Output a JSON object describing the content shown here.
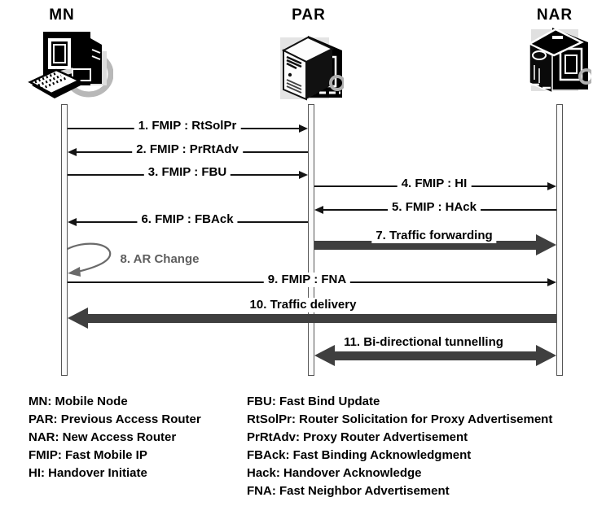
{
  "diagram": {
    "actors": [
      {
        "id": "mn",
        "label": "MN",
        "icon": "workstation-computer"
      },
      {
        "id": "par",
        "label": "PAR",
        "icon": "server-tower"
      },
      {
        "id": "nar",
        "label": "NAR",
        "icon": "server-tower"
      }
    ],
    "messages": [
      {
        "label": "1. FMIP : RtSolPr",
        "from": "MN",
        "to": "PAR",
        "style": "thin"
      },
      {
        "label": "2. FMIP : PrRtAdv",
        "from": "PAR",
        "to": "MN",
        "style": "thin"
      },
      {
        "label": "3. FMIP : FBU",
        "from": "MN",
        "to": "PAR",
        "style": "thin"
      },
      {
        "label": "4. FMIP : HI",
        "from": "PAR",
        "to": "NAR",
        "style": "thin"
      },
      {
        "label": "5. FMIP : HAck",
        "from": "NAR",
        "to": "PAR",
        "style": "thin"
      },
      {
        "label": "6. FMIP : FBAck",
        "from": "PAR",
        "to": "MN",
        "style": "thin"
      },
      {
        "label": "7. Traffic forwarding",
        "from": "PAR",
        "to": "NAR",
        "style": "thick"
      },
      {
        "label": "8. AR Change",
        "from": "MN",
        "to": "MN",
        "style": "self-loop"
      },
      {
        "label": "9. FMIP : FNA",
        "from": "MN",
        "to": "NAR",
        "style": "thin"
      },
      {
        "label": "10. Traffic delivery",
        "from": "NAR",
        "to": "MN",
        "style": "thick"
      },
      {
        "label": "11. Bi-directional tunnelling",
        "from": "PAR",
        "to": "NAR",
        "style": "thick-bidirectional"
      }
    ],
    "legend": {
      "left": [
        "MN: Mobile Node",
        "PAR: Previous Access Router",
        "NAR: New Access Router",
        "FMIP: Fast Mobile IP",
        "HI: Handover Initiate"
      ],
      "right": [
        "FBU: Fast Bind Update",
        "RtSolPr: Router Solicitation for Proxy Advertisement",
        "PrRtAdv: Proxy Router Advertisement",
        "FBAck: Fast Binding Acknowledgment",
        "Hack: Handover Acknowledge",
        "FNA: Fast Neighbor Advertisement"
      ]
    },
    "colors": {
      "thin_arrow": "#141414",
      "thick_arrow": "#3f3f3f",
      "self_loop": "#6a6a6a",
      "lifeline_fill": "#fbfbfb",
      "lifeline_border": "#555555",
      "background": "#ffffff"
    }
  }
}
